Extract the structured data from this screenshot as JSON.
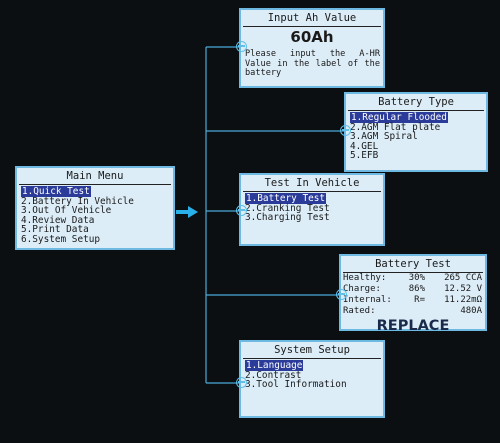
{
  "colors": {
    "background": "#0c0f12",
    "screen_fill": "#dcedf8",
    "screen_border": "#6db9e2",
    "connector": "#4aa9d8",
    "highlight": "#2a3b9a",
    "arrow": "#2ab0e8"
  },
  "main_menu": {
    "title": "Main Menu",
    "items": [
      "1.Quick Test",
      "2.Battery In Vehicle",
      "3.Out Of Vehicle",
      "4.Review Data",
      "5.Print Data",
      "6.System Setup"
    ],
    "selected_index": 0
  },
  "input_ah": {
    "title": "Input Ah Value",
    "value": "60Ah",
    "instruction": "Please input the A-HR Value in the label of the battery"
  },
  "battery_type": {
    "title": "Battery Type",
    "items": [
      "1.Regular Flooded",
      "2.AGM Flat plate",
      "3.AGM Spiral",
      "4.GEL",
      "5.EFB"
    ],
    "selected_index": 0
  },
  "test_in_vehicle": {
    "title": "Test In Vehicle",
    "items": [
      "1.Battery Test",
      "2.Cranking Test",
      "3.Charging Test"
    ],
    "selected_index": 0
  },
  "battery_test": {
    "title": "Battery Test",
    "rows": [
      {
        "label": "Healthy:",
        "value1": "30%",
        "value2": "265 CCA"
      },
      {
        "label": "Charge:",
        "value1": "86%",
        "value2": "12.52 V"
      },
      {
        "label": "Internal:",
        "value1": "R=",
        "value2": "11.22mΩ"
      },
      {
        "label": "Rated:",
        "value1": "",
        "value2": "480A"
      }
    ],
    "verdict": "REPLACE"
  },
  "system_setup": {
    "title": "System Setup",
    "items": [
      "1.Language",
      "2.Contrast",
      "3.Tool Information"
    ],
    "selected_index": 0
  }
}
